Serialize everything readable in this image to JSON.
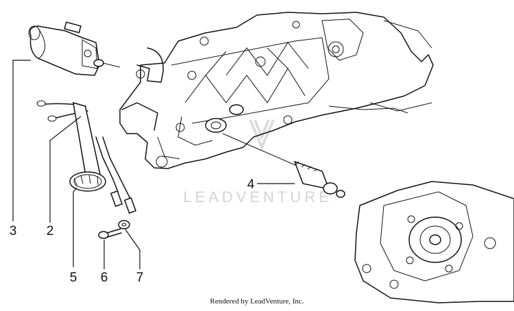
{
  "callouts": {
    "c1": "3",
    "c2": "2",
    "c3": "5",
    "c4": "6",
    "c5": "7",
    "c6": "4"
  },
  "watermark": "LEADVENTURE",
  "credit": "Rendered by LeadVenture, Inc."
}
